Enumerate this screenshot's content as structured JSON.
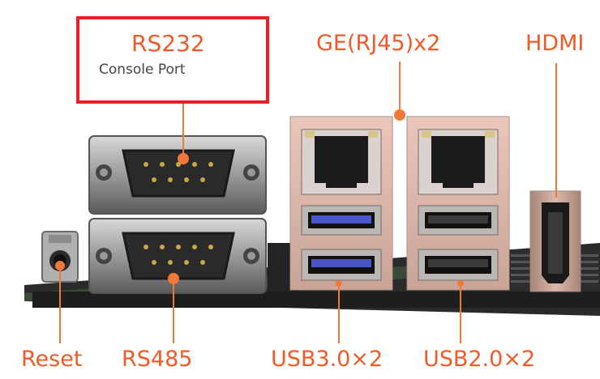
{
  "labels": {
    "rs232": "RS232",
    "console_port": "Console Port",
    "ge": "GE(RJ45)x2",
    "hdmi": "HDMI",
    "reset": "Reset",
    "rs485": "RS485",
    "usb3": "USB3.0×2",
    "usb2": "USB2.0×2"
  },
  "colors": {
    "label_orange": "#f05a28",
    "highlight_red": "#e8202a",
    "leader_orange": "#f0793a",
    "usb3_blue": "#4a55c8",
    "port_overlay": "#f2a58a"
  }
}
